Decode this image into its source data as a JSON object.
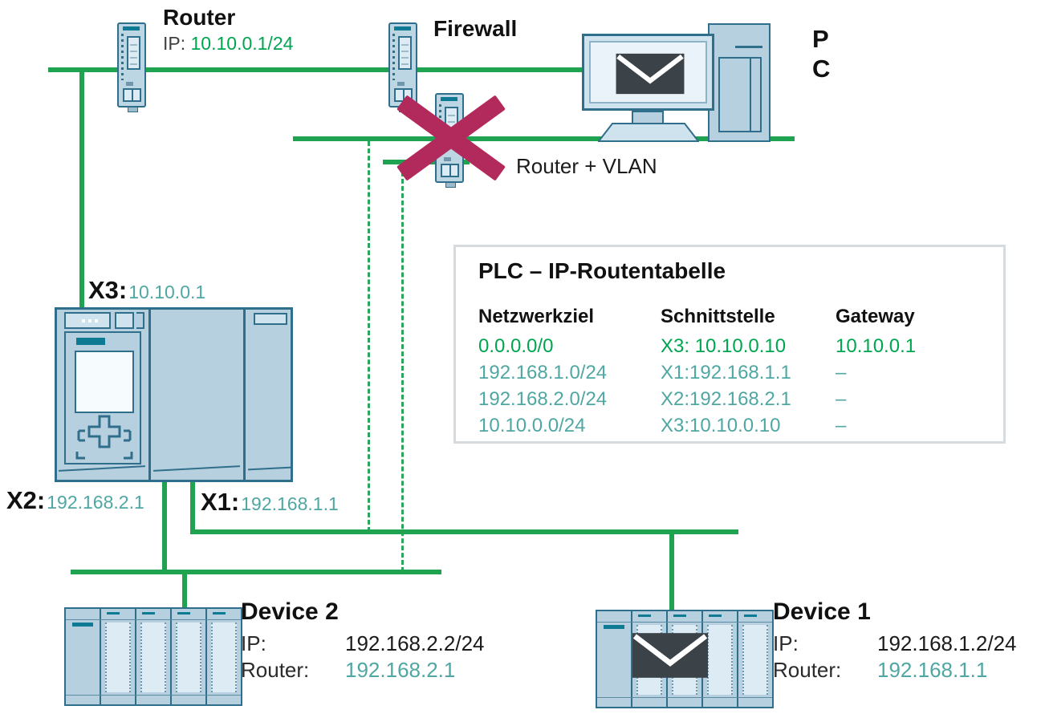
{
  "diagram": {
    "router": {
      "title": "Router",
      "ip_label": "IP:",
      "ip_value": "10.10.0.1/24"
    },
    "firewall": {
      "title": "Firewall"
    },
    "router_vlan": {
      "title": "Router + VLAN"
    },
    "pc": {
      "label_line1": "P",
      "label_line2": "C"
    },
    "plc_ports": {
      "x3_label": "X3:",
      "x3_value": "10.10.0.1",
      "x2_label": "X2:",
      "x2_value": "192.168.2.1",
      "x1_label": "X1:",
      "x1_value": "192.168.1.1"
    },
    "device2": {
      "title": "Device 2",
      "ip_label": "IP:",
      "ip_value": "192.168.2.2/24",
      "router_label": "Router:",
      "router_value": "192.168.2.1"
    },
    "device1": {
      "title": "Device 1",
      "ip_label": "IP:",
      "ip_value": "192.168.1.2/24",
      "router_label": "Router:",
      "router_value": "192.168.1.1"
    }
  },
  "routing_table": {
    "title": "PLC – IP-Routentabelle",
    "headers": [
      "Netzwerkziel",
      "Schnittstelle",
      "Gateway"
    ],
    "rows": [
      {
        "dest": "0.0.0.0/0",
        "iface": "X3: 10.10.0.10",
        "gateway": "10.10.0.1"
      },
      {
        "dest": "192.168.1.0/24",
        "iface": "X1:192.168.1.1",
        "gateway": "–"
      },
      {
        "dest": "192.168.2.0/24",
        "iface": "X2:192.168.2.1",
        "gateway": "–"
      },
      {
        "dest": "10.10.0.0/24",
        "iface": "X3:10.10.0.10",
        "gateway": "–"
      }
    ]
  },
  "colors": {
    "line_green": "#1FA351",
    "ip_green": "#00A550",
    "ip_teal": "#4FA7A3",
    "device_border": "#2F6F8B",
    "device_fill": "#B7D0E0",
    "cross_magenta": "#B22A5C",
    "envelope_dark": "#3B4248"
  }
}
